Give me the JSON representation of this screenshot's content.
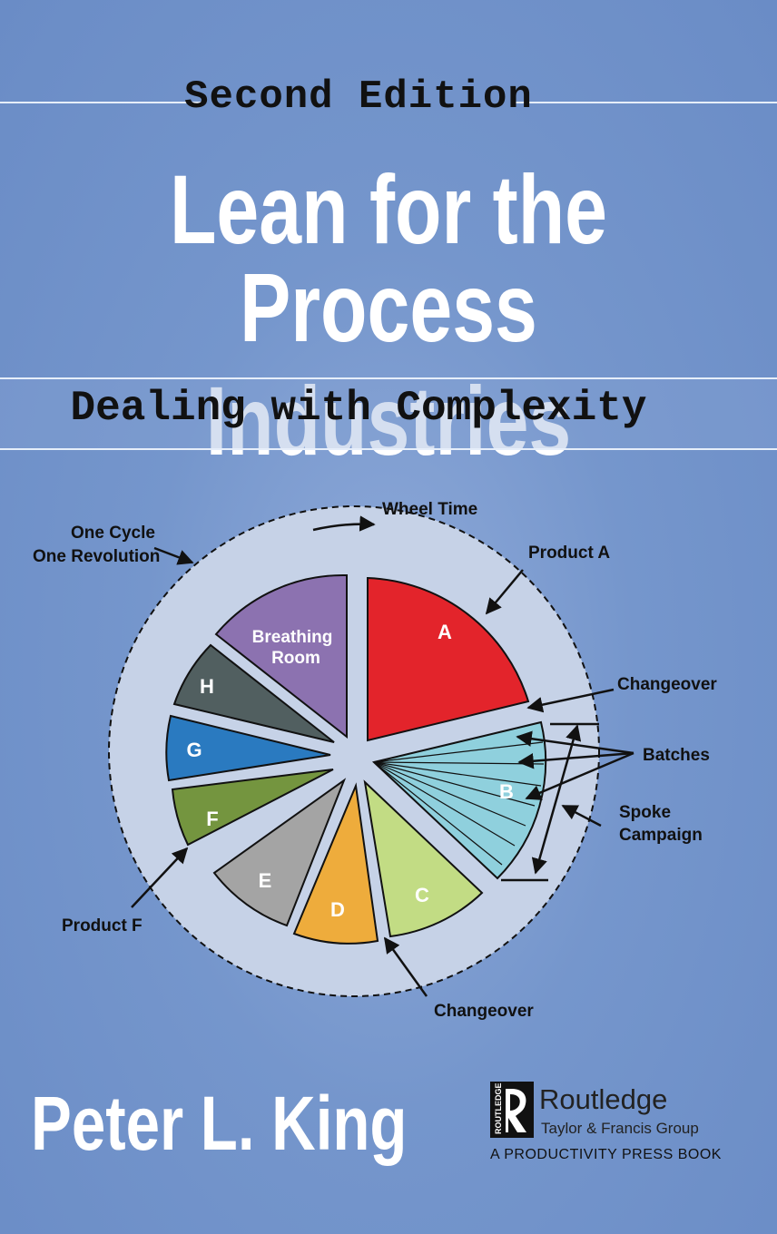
{
  "book": {
    "edition": "Second Edition",
    "title_line1": "Lean for the",
    "title_line2": "Process Industries",
    "subtitle": "Dealing with Complexity",
    "author": "Peter L. King"
  },
  "diagram": {
    "labels": {
      "wheel_time": "Wheel Time",
      "one_cycle": "One Cycle",
      "one_revolution": "One Revolution",
      "product_a": "Product A",
      "changeover_top": "Changeover",
      "batches": "Batches",
      "spoke": "Spoke",
      "campaign": "Campaign",
      "product_f": "Product F",
      "changeover_bottom": "Changeover",
      "breathing": "Breathing",
      "room": "Room"
    },
    "segments": [
      {
        "label": "A",
        "color": "#e3242b"
      },
      {
        "label": "B",
        "color": "#8fd0dd"
      },
      {
        "label": "C",
        "color": "#c2dc84"
      },
      {
        "label": "D",
        "color": "#eeac3c"
      },
      {
        "label": "E",
        "color": "#a4a4a4"
      },
      {
        "label": "F",
        "color": "#74953f"
      },
      {
        "label": "G",
        "color": "#2a7ac0"
      },
      {
        "label": "H",
        "color": "#515f60"
      },
      {
        "label": "",
        "color": "#8c72b0"
      }
    ]
  },
  "publisher": {
    "name": "Routledge",
    "group": "Taylor & Francis Group",
    "press": "A PRODUCTIVITY PRESS BOOK",
    "vertical_mark": "ROUTLEDGE"
  }
}
